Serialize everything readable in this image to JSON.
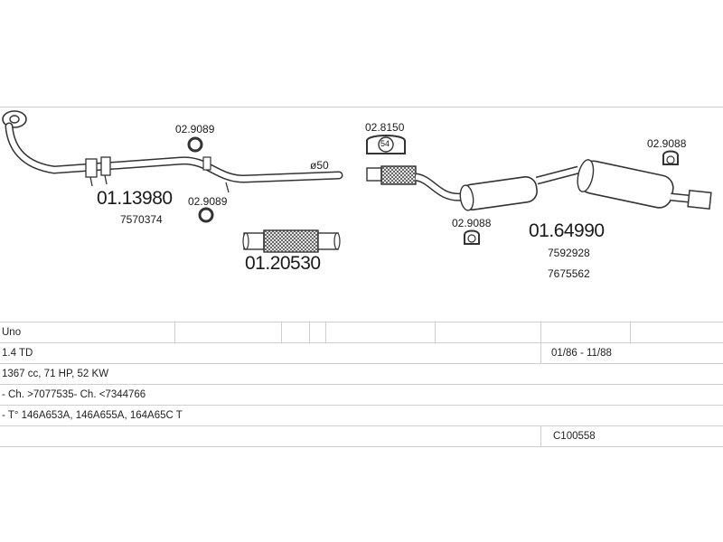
{
  "parts": {
    "front_pipe": {
      "number": "01.13980",
      "ref": "7570374"
    },
    "clamp_top_left": "02.9089",
    "clamp_mid_left": "02.9089",
    "diameter_label": "ø50",
    "flex_pipe": {
      "number": "01.20530"
    },
    "clamp_flex_right": "02.8150",
    "clamp_rear_right": "02.9088",
    "clamp_mid_right": "02.9088",
    "rear_silencer": {
      "number": "01.64990",
      "refs": [
        "7592928",
        "7675562"
      ]
    },
    "clamp_badge": "54"
  },
  "vehicle": {
    "model": "Uno",
    "engine": "1.4 TD",
    "years": "01/86 - 11/88",
    "specs": "1367 cc, 71 HP, 52 KW",
    "chassis": "- Ch. >7077535- Ch. <7344766",
    "engine_codes": "- T° 146A653A, 146A655A, 164A65C T",
    "catalog_code": "C100558"
  }
}
